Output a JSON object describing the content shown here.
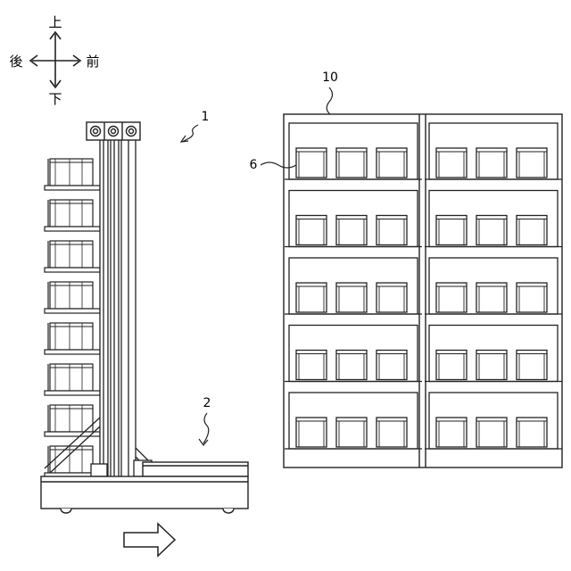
{
  "directions": {
    "up": "上",
    "down": "下",
    "back": "後",
    "front": "前"
  },
  "callouts": {
    "robot": "1",
    "base": "2",
    "shelf": "10",
    "container": "6"
  },
  "shelf_layout": {
    "columns": 2,
    "rows": 5,
    "bins_per_cell": 3
  },
  "robot_layout": {
    "tray_levels": 8,
    "top_rollers": 3
  },
  "colors": {
    "line": "#222222",
    "background": "#ffffff"
  }
}
